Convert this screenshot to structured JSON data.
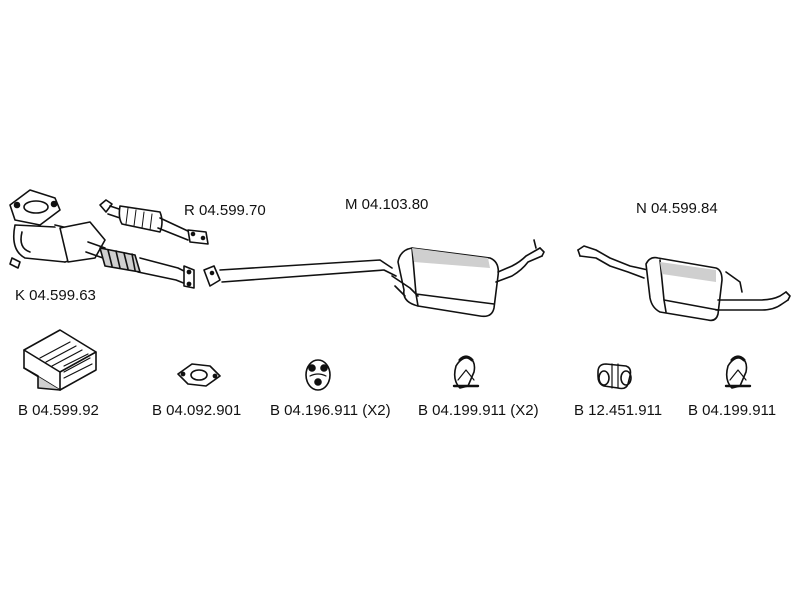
{
  "parts": {
    "main_labels": {
      "r": "R 04.599.70",
      "m": "M 04.103.80",
      "n": "N 04.599.84",
      "k": "K 04.599.63"
    },
    "accessories": [
      {
        "label": "B 04.599.92",
        "icon": "gasket-kit-box-icon"
      },
      {
        "label": "B 04.092.901",
        "icon": "flange-gasket-icon"
      },
      {
        "label": "B 04.196.911 (X2)",
        "icon": "rubber-hanger-icon"
      },
      {
        "label": "B 04.199.911 (X2)",
        "icon": "rubber-mount-icon"
      },
      {
        "label": "B 12.451.911",
        "icon": "pipe-clamp-icon"
      },
      {
        "label": "B 04.199.911",
        "icon": "rubber-mount-icon"
      }
    ]
  },
  "colors": {
    "line": "#111111",
    "fill": "#ffffff",
    "shade": "#cfcfcf"
  }
}
